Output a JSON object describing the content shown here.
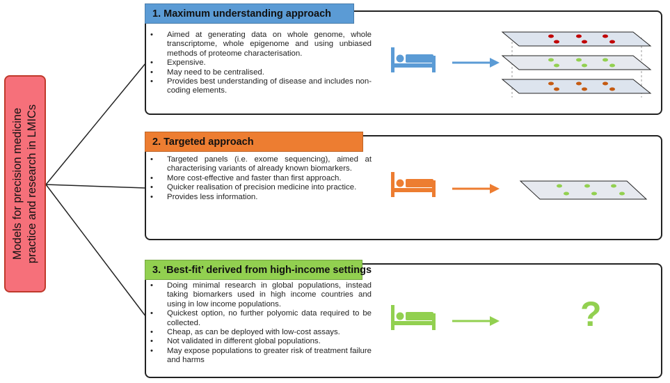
{
  "side_label": {
    "line1": "Models for precision medicine",
    "line2": "practice and research in LMICs"
  },
  "approaches": [
    {
      "title": "1. Maximum understanding approach",
      "color": "#5b9bd5",
      "bullets": [
        "Aimed at generating data on whole genome, whole transcriptome, whole epigenome and using unbiased methods of proteome characterisation.",
        "Expensive.",
        "May need to be centralised.",
        "Provides best understanding of disease and includes non-coding elements."
      ],
      "icons": [
        "bed-icon",
        "arrow-right-icon",
        "stacked-omics-layers-icon"
      ]
    },
    {
      "title": "2. Targeted approach",
      "color": "#ed7d31",
      "bullets": [
        "Targeted panels (i.e. exome sequencing), aimed at characterising variants of already known biomarkers.",
        "More cost-effective and faster than first approach.",
        "Quicker realisation of precision medicine into practice.",
        "Provides less information."
      ],
      "icons": [
        "bed-icon",
        "arrow-right-icon",
        "single-layer-icon"
      ]
    },
    {
      "title": "3. ‘Best-fit’ derived from high-income settings",
      "color": "#92d050",
      "bullets": [
        "Doing minimal research in global populations, instead taking biomarkers used in high income countries and using in low income populations.",
        "Quickest option, no further polyomic data required to be collected.",
        "Cheap, as can be deployed with low-cost assays.",
        "Not validated in different global populations.",
        "May expose populations to greater risk of treatment failure and harms"
      ],
      "icons": [
        "bed-icon",
        "arrow-right-icon",
        "question-mark-icon"
      ],
      "question_mark": "?"
    }
  ]
}
